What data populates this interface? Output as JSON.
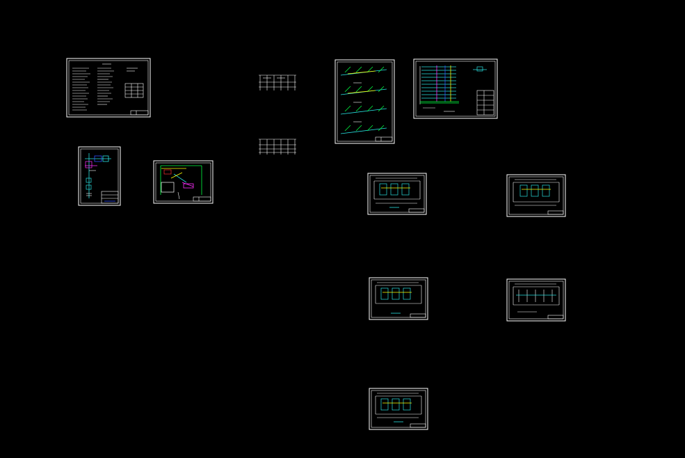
{
  "viewport": {
    "background": "#000000"
  },
  "colors": {
    "frame": "#ffffff",
    "cyan": "#28e0e0",
    "yellow": "#ffff00",
    "green": "#00ff40",
    "magenta": "#ff30ff",
    "blue": "#3050ff",
    "red": "#ff3030"
  },
  "sheets": [
    {
      "id": "design-notes-sheet"
    },
    {
      "id": "system-diagram-sheet"
    },
    {
      "id": "site-plan-sheet"
    },
    {
      "id": "riser-detail-upper"
    },
    {
      "id": "riser-detail-lower"
    },
    {
      "id": "axonometric-sheet"
    },
    {
      "id": "system-riser-sheet"
    },
    {
      "id": "floor-plan-1"
    },
    {
      "id": "floor-plan-2"
    },
    {
      "id": "floor-plan-3"
    },
    {
      "id": "floor-plan-4"
    },
    {
      "id": "floor-plan-5"
    }
  ]
}
